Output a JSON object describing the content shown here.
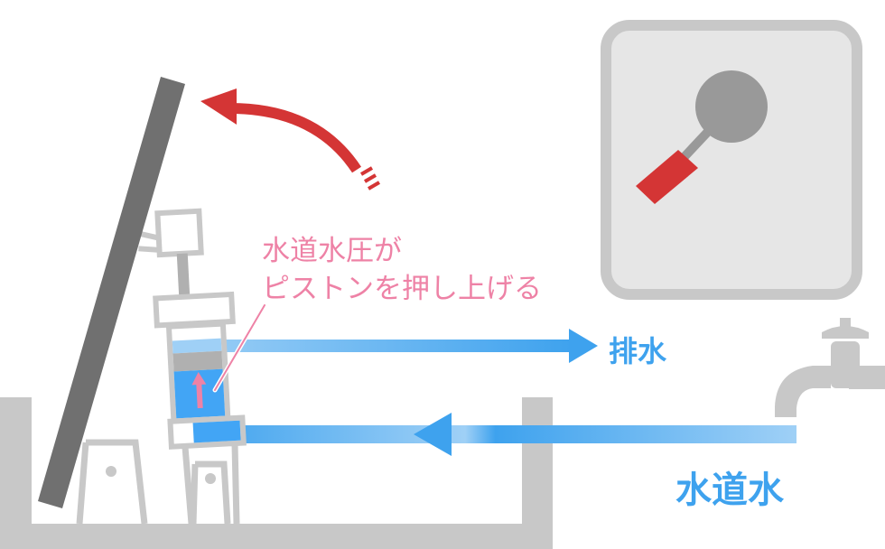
{
  "annotation": {
    "line1": "水道水圧が",
    "line2": "ピストンを押し上げる"
  },
  "labels": {
    "drain": "排水",
    "tap_water": "水道水"
  },
  "colors": {
    "water": "#42a5f5",
    "arrow_red": "#d43535",
    "annotation_pink": "#ee82a6",
    "frame_gray": "#c8c8c8",
    "lever_gray": "#707070"
  }
}
